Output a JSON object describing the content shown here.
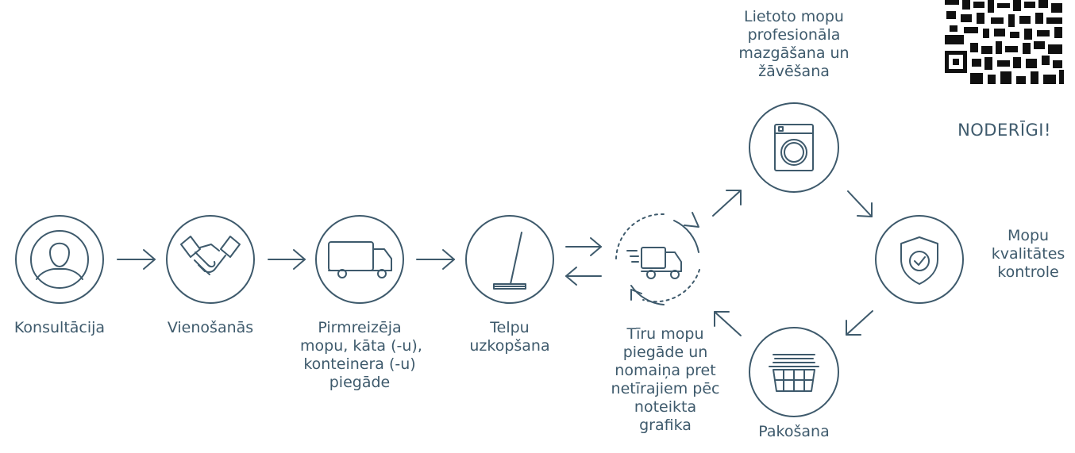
{
  "steps": {
    "consultation": "Konsultācija",
    "agreement": "Vienošanās",
    "first_delivery": [
      "Pirmreizēja",
      "mopu, kāta (-u),",
      "konteinera (-u)",
      "piegāde"
    ],
    "cleaning": [
      "Telpu",
      "uzkopšana"
    ],
    "exchange": [
      "Tīru mopu",
      "piegāde un",
      "nomaiņa pret",
      "netīrajiem pēc",
      "noteikta",
      "grafika"
    ],
    "washing": [
      "Lietoto mopu",
      "profesionāla",
      "mazgāšana un",
      "žāvēšana"
    ],
    "quality": [
      "Mopu",
      "kvalitātes",
      "kontrole"
    ],
    "packing": "Pakošana"
  },
  "qr": {
    "caption": "NODERĪGI!"
  },
  "icons": [
    "person-icon",
    "handshake-icon",
    "truck-icon",
    "mop-icon",
    "delivery-cycle-icon",
    "washing-machine-icon",
    "shield-check-icon",
    "laundry-basket-icon",
    "qr-code-icon"
  ],
  "colors": {
    "stroke": "#3e5a6c",
    "background": "#ffffff"
  }
}
